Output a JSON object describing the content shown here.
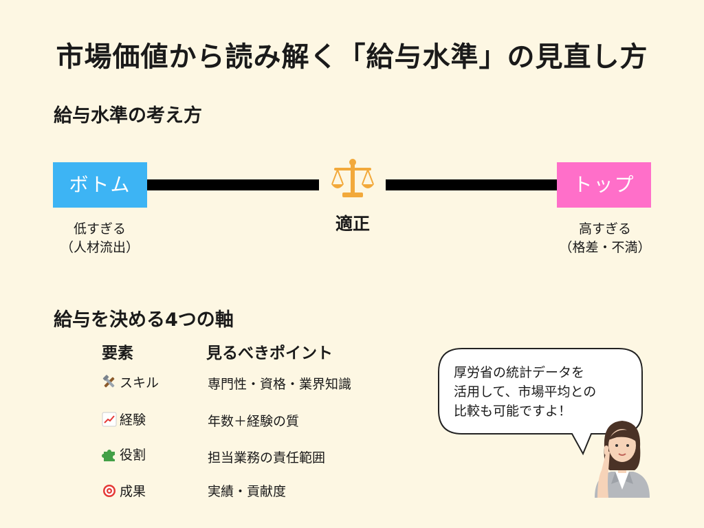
{
  "title": "市場価値から読み解く「給与水準」の見直し方",
  "section1": {
    "heading": "給与水準の考え方",
    "left_label": "ボトム",
    "right_label": "トップ",
    "center_label": "適正",
    "left_caption_line1": "低すぎる",
    "left_caption_line2": "（人材流出）",
    "right_caption_line1": "高すぎる",
    "right_caption_line2": "（格差・不満）",
    "colors": {
      "bottom": "#3DB4F4",
      "top": "#FF6FC9",
      "background": "#FDF7E3"
    }
  },
  "section2": {
    "heading": "給与を決める4つの軸",
    "col_element": "要素",
    "col_point": "見るべきポイント",
    "rows": [
      {
        "icon": "tools-icon",
        "element": "スキル",
        "point": "専門性・資格・業界知識"
      },
      {
        "icon": "chart-up-icon",
        "element": "経験",
        "point": "年数＋経験の質"
      },
      {
        "icon": "puzzle-icon",
        "element": "役割",
        "point": "担当業務の責任範囲"
      },
      {
        "icon": "target-icon",
        "element": "成果",
        "point": "実績・貢献度"
      }
    ]
  },
  "speech": {
    "line1": "厚労省の統計データを",
    "line2": "活用して、市場平均との",
    "line3": "比較も可能ですよ！"
  }
}
